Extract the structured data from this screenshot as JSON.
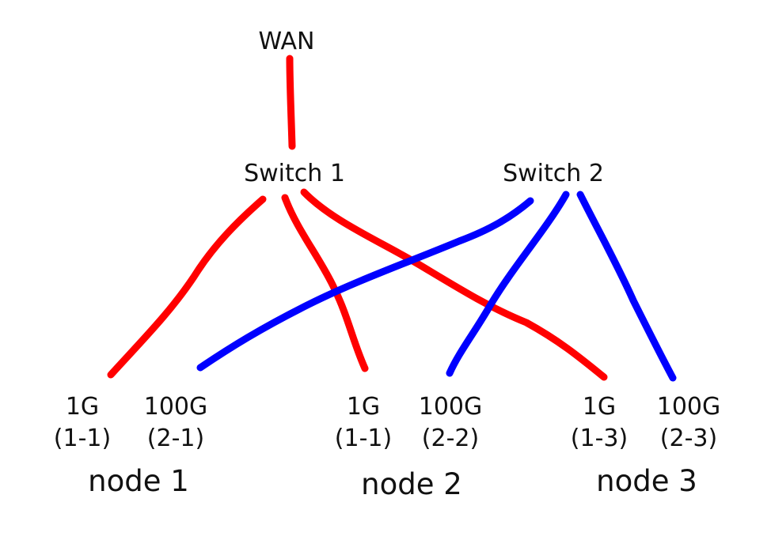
{
  "diagram": {
    "wan_label": "WAN",
    "switches": [
      {
        "id": "sw1",
        "label": "Switch 1"
      },
      {
        "id": "sw2",
        "label": "Switch 2"
      }
    ],
    "nodes": [
      {
        "label": "node 1",
        "ports": [
          {
            "speed": "1G",
            "id": "(1-1)"
          },
          {
            "speed": "100G",
            "id": "(2-1)"
          }
        ]
      },
      {
        "label": "node 2",
        "ports": [
          {
            "speed": "1G",
            "id": "(1-1)"
          },
          {
            "speed": "100G",
            "id": "(2-2)"
          }
        ]
      },
      {
        "label": "node 3",
        "ports": [
          {
            "speed": "1G",
            "id": "(1-3)"
          },
          {
            "speed": "100G",
            "id": "(2-3)"
          }
        ]
      }
    ],
    "colors": {
      "switch1_links": "#ff0000",
      "switch2_links": "#0000ff",
      "text": "#111111"
    }
  }
}
